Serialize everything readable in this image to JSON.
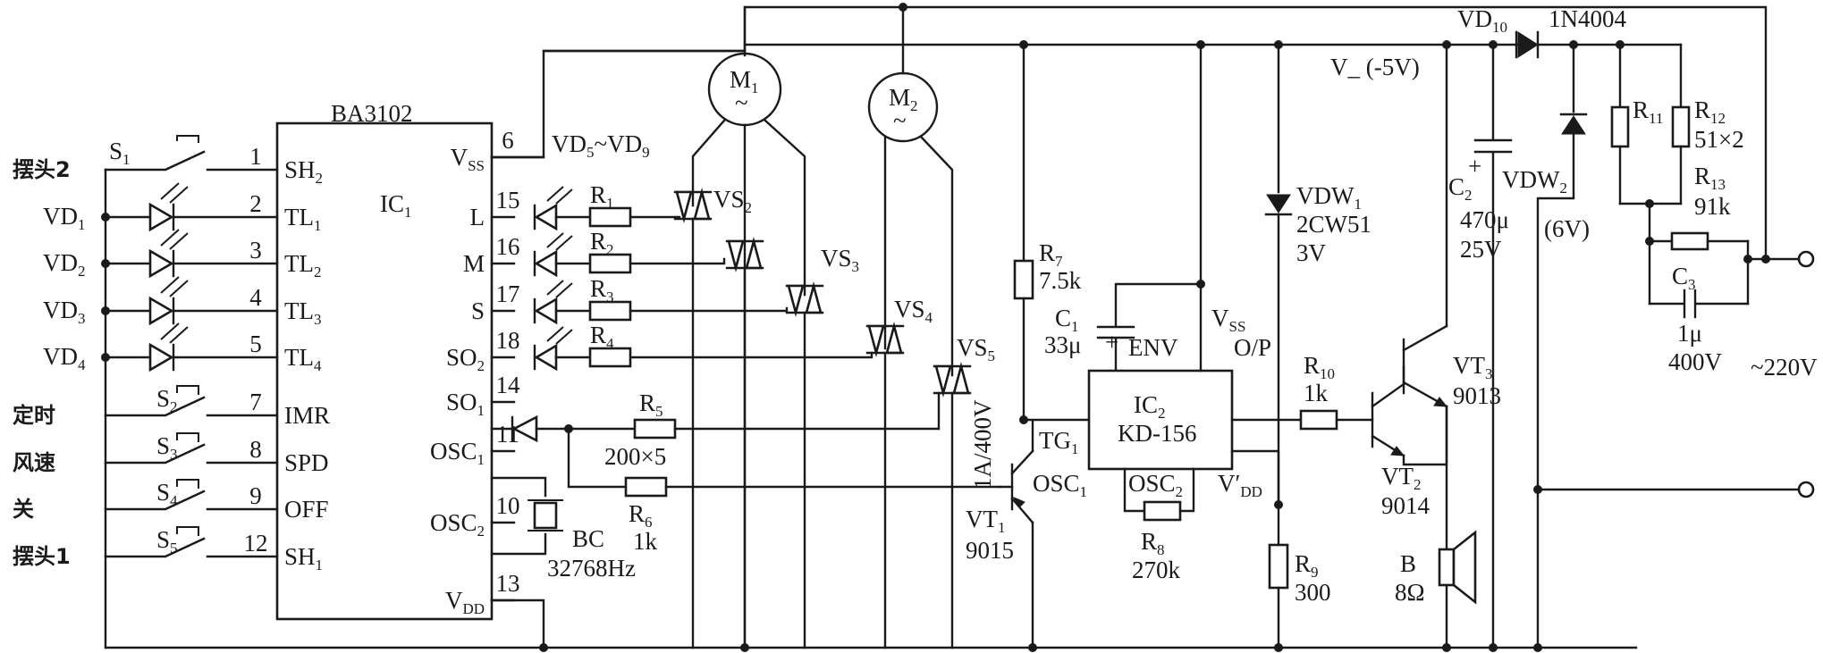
{
  "ic1": {
    "name": "BA3102",
    "ref": "IC",
    "ref_sub": "1",
    "left_pins": [
      {
        "num": "1",
        "label": "SH",
        "sub": "2"
      },
      {
        "num": "2",
        "label": "TL",
        "sub": "1"
      },
      {
        "num": "3",
        "label": "TL",
        "sub": "2"
      },
      {
        "num": "4",
        "label": "TL",
        "sub": "3"
      },
      {
        "num": "5",
        "label": "TL",
        "sub": "4"
      },
      {
        "num": "7",
        "label": "IMR",
        "sub": ""
      },
      {
        "num": "8",
        "label": "SPD",
        "sub": ""
      },
      {
        "num": "9",
        "label": "OFF",
        "sub": ""
      },
      {
        "num": "12",
        "label": "SH",
        "sub": "1"
      }
    ],
    "right_pins": [
      {
        "num": "6",
        "label": "V",
        "sub": "SS"
      },
      {
        "num": "15",
        "label": "L",
        "sub": ""
      },
      {
        "num": "16",
        "label": "M",
        "sub": ""
      },
      {
        "num": "17",
        "label": "S",
        "sub": ""
      },
      {
        "num": "18",
        "label": "SO",
        "sub": "2"
      },
      {
        "num": "14",
        "label": "SO",
        "sub": "1"
      },
      {
        "num": "11",
        "label": "OSC",
        "sub": "1"
      },
      {
        "num": "10",
        "label": "OSC",
        "sub": "2"
      },
      {
        "num": "13",
        "label": "V",
        "sub": "DD"
      }
    ]
  },
  "inputs": [
    {
      "text": "摆头2",
      "kind": "cn"
    },
    {
      "text": "VD",
      "sub": "1",
      "kind": "en"
    },
    {
      "text": "VD",
      "sub": "2",
      "kind": "en"
    },
    {
      "text": "VD",
      "sub": "3",
      "kind": "en"
    },
    {
      "text": "VD",
      "sub": "4",
      "kind": "en"
    },
    {
      "text": "定时",
      "kind": "cn"
    },
    {
      "text": "风速",
      "kind": "cn"
    },
    {
      "text": "关",
      "kind": "cn"
    },
    {
      "text": "摆头1",
      "kind": "cn"
    }
  ],
  "switches": [
    {
      "ref": "S",
      "sub": "1"
    },
    {
      "ref": "S",
      "sub": "2"
    },
    {
      "ref": "S",
      "sub": "3"
    },
    {
      "ref": "S",
      "sub": "4"
    },
    {
      "ref": "S",
      "sub": "5"
    }
  ],
  "led_group": {
    "text": "VD",
    "sub_a": "5",
    "mid": "~VD",
    "sub_b": "9"
  },
  "resistors": [
    {
      "ref": "R",
      "sub": "1"
    },
    {
      "ref": "R",
      "sub": "2"
    },
    {
      "ref": "R",
      "sub": "3"
    },
    {
      "ref": "R",
      "sub": "4"
    },
    {
      "ref": "R",
      "sub": "5"
    }
  ],
  "r_group_value": "200×5",
  "r6": {
    "ref": "R",
    "sub": "6",
    "value": "1k"
  },
  "motors": [
    {
      "ref": "M",
      "sub": "1",
      "sym": "~"
    },
    {
      "ref": "M",
      "sub": "2",
      "sym": "~"
    }
  ],
  "triacs": [
    {
      "ref": "VS",
      "sub": "2"
    },
    {
      "ref": "VS",
      "sub": "3"
    },
    {
      "ref": "VS",
      "sub": "4"
    },
    {
      "ref": "VS",
      "sub": "5"
    }
  ],
  "triac_rating": "1A/400V",
  "crystal": {
    "ref": "BC",
    "value": "32768Hz"
  },
  "vt1": {
    "ref": "VT",
    "sub": "1",
    "type": "9015"
  },
  "r7": {
    "ref": "R",
    "sub": "7",
    "value": "7.5k"
  },
  "c1": {
    "ref": "C",
    "sub": "1",
    "value": "33μ"
  },
  "ic2": {
    "ref": "IC",
    "ref_sub": "2",
    "name": "KD-156",
    "pins": {
      "env": "ENV",
      "vss": "V",
      "vss_sub": "SS",
      "op": "O/P",
      "tg": "TG",
      "tg_sub": "1",
      "osc1": "OSC",
      "osc1_sub": "1",
      "osc2": "OSC",
      "osc2_sub": "2",
      "vdd": "V′",
      "vdd_sub": "DD"
    }
  },
  "r8": {
    "ref": "R",
    "sub": "8",
    "value": "270k"
  },
  "vdw1": {
    "ref": "VDW",
    "sub": "1",
    "type": "2CW51",
    "volt": "3V"
  },
  "vminus": "V_ (-5V)",
  "r9": {
    "ref": "R",
    "sub": "9",
    "value": "300"
  },
  "r10": {
    "ref": "R",
    "sub": "10",
    "value": "1k"
  },
  "vt2": {
    "ref": "VT",
    "sub": "2",
    "type": "9014"
  },
  "vt3": {
    "ref": "VT",
    "sub": "3",
    "type": "9013"
  },
  "speaker": {
    "ref": "B",
    "value": "8Ω"
  },
  "vd10": {
    "ref": "VD",
    "sub": "10",
    "type": "1N4004"
  },
  "c2": {
    "ref": "C",
    "sub": "2",
    "value": "470μ",
    "volt": "25V"
  },
  "vdw2": {
    "ref": "VDW",
    "sub": "2",
    "volt": "(6V)"
  },
  "r11": {
    "ref": "R",
    "sub": "11"
  },
  "r12": {
    "ref": "R",
    "sub": "12",
    "value": "51×2"
  },
  "r13": {
    "ref": "R",
    "sub": "13",
    "value": "91k"
  },
  "c3": {
    "ref": "C",
    "sub": "3",
    "value": "1μ",
    "volt": "400V"
  },
  "mains": "~220V"
}
